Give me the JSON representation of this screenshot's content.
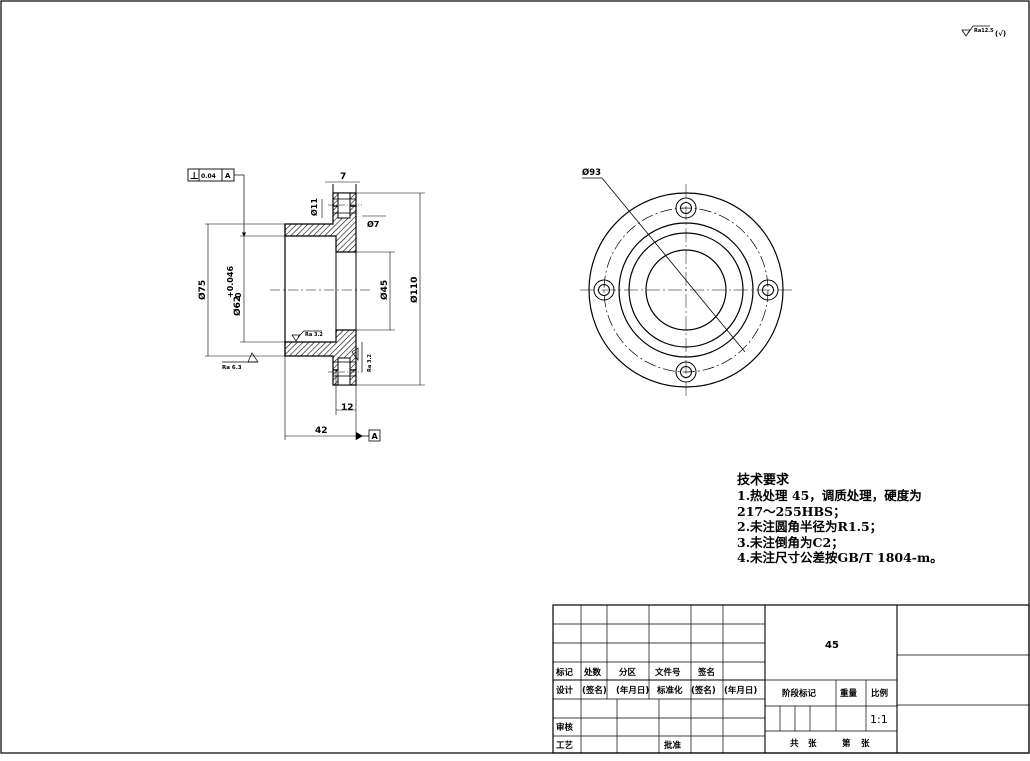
{
  "surface_finish": {
    "main": "Ra12.5",
    "suffix": "(√)"
  },
  "left_view": {
    "gdt_frame": {
      "symbol": "⊥",
      "tolerance": "0.04",
      "datum": "A"
    },
    "dims": {
      "top_flange_width": "7",
      "hole_dia": "Ø11",
      "counterbore_dia": "Ø7",
      "bore_dia": "Ø62",
      "bore_tol_upper": "+0.046",
      "bore_tol_lower": "0",
      "outer_dia": "Ø75",
      "inner_dia": "Ø45",
      "flange_dia": "Ø110",
      "flange_thickness": "12",
      "total_length": "42",
      "datum_label": "A"
    },
    "roughness": {
      "outer": "Ra 6.3",
      "inner": "Ra 3.2",
      "flange": "Ra 3.2"
    }
  },
  "right_view": {
    "pcd_label": "Ø93"
  },
  "tech_notes": {
    "title": "技术要求",
    "lines": [
      "1.热处理 45，调质处理，硬度为",
      "217～255HBS；",
      "2.未注圆角半径为R1.5；",
      "3.未注倒角为C2；",
      "4.未注尺寸公差按GB/T 1804-m。"
    ]
  },
  "title_block": {
    "material": "45",
    "row_labels": {
      "biaoji": "标记",
      "chushu": "处数",
      "fenqu": "分区",
      "wenjianhao": "文件号",
      "qianming": "签名"
    },
    "row2": {
      "sheji": "设计",
      "qianming": "(签名)",
      "nianyueri": "(年月日)",
      "biaozhunhua": "标准化",
      "qianming2": "(签名)",
      "nianyueri2": "(年月日)"
    },
    "shenhe": "审核",
    "gongyi": "工艺",
    "pizhun": "批准",
    "jieduan": "阶段标记",
    "zhongliang": "重量",
    "bili": "比例",
    "scale": "1:1",
    "gong": "共",
    "zhang1": "张",
    "di": "第",
    "zhang2": "张"
  }
}
